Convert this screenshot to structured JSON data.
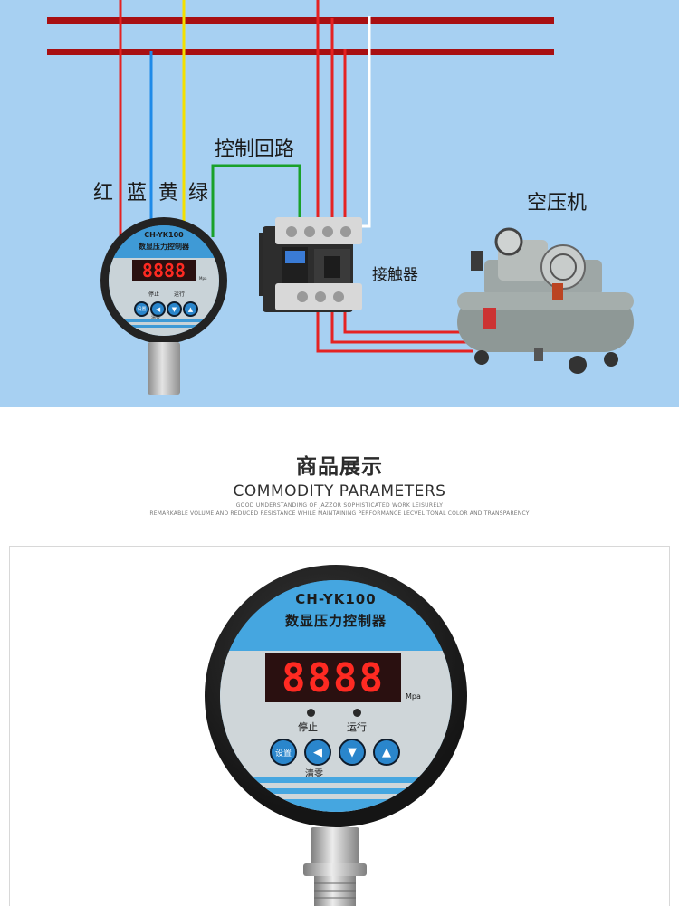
{
  "diagram": {
    "wire_labels": [
      "红",
      "蓝",
      "黄",
      "绿"
    ],
    "control_loop_label": "控制回路",
    "contactor_label": "接触器",
    "compressor_label": "空压机"
  },
  "device": {
    "model": "CH-YK100",
    "name": "数显压力控制器",
    "unit": "Mpa",
    "indicator_stop": "停止",
    "indicator_run": "运行",
    "btn_set": "设置",
    "btn_clear": "清零"
  },
  "section": {
    "title": "商品展示",
    "subtitle": "COMMODITY PARAMETERS",
    "tagline1": "GOOD UNDERSTANDING OF JAZZOR SOPHISTICATED WORK LEISURELY",
    "tagline2": "REMARKABLE VOLUME AND REDUCED RESISTANCE WHILE MAINTAINING PERFORMANCE LECVEL TONAL COLOR AND TRANSPARENCY"
  },
  "colors": {
    "wire_red": "#e52222",
    "wire_blue": "#1e8ae8",
    "wire_yellow": "#f3e000",
    "wire_green": "#19a12a",
    "bus_red": "#a80f12",
    "face_blue": "#45a6e0",
    "display_red": "#ff2a22"
  },
  "icons": [
    "left-arrow-icon",
    "down-arrow-icon",
    "up-arrow-icon"
  ]
}
